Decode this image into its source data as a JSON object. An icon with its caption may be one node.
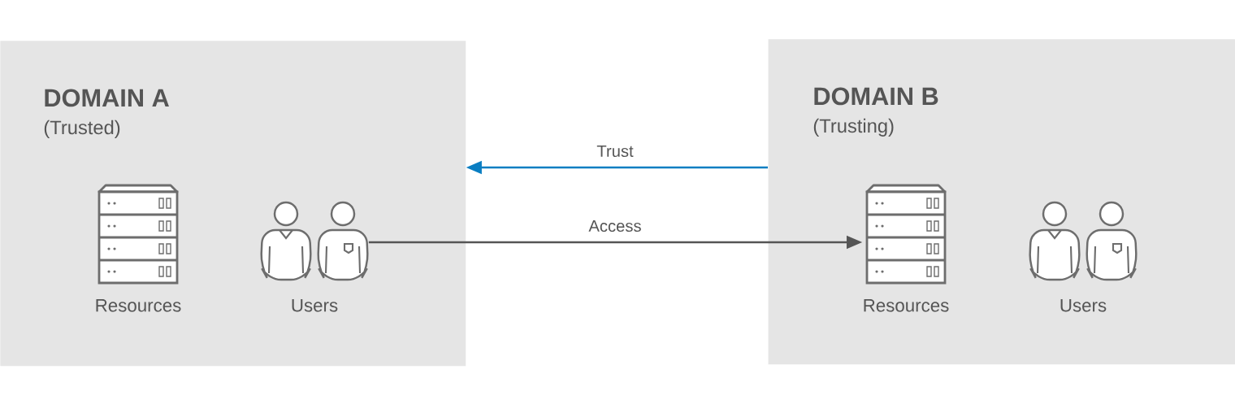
{
  "diagram": {
    "nodes": [
      {
        "text": [
          "DOMAIN A",
          "(Trusted)"
        ]
      },
      {
        "text": [
          "Resources"
        ],
        "in": 0
      },
      {
        "text": [
          "Users"
        ],
        "in": 0
      },
      {
        "text": [
          "DOMAIN B",
          "(Trusting)"
        ]
      },
      {
        "text": [
          "Resources"
        ],
        "in": 3
      },
      {
        "text": [
          "Users"
        ],
        "in": 3
      }
    ],
    "edges": [
      {
        "from": 3,
        "to": 0,
        "arrow": "to",
        "label": "Trust",
        "color": "#0a7ec2"
      },
      {
        "from": 2,
        "to": 4,
        "arrow": "to",
        "label": "Access",
        "color": "#555555"
      }
    ]
  }
}
